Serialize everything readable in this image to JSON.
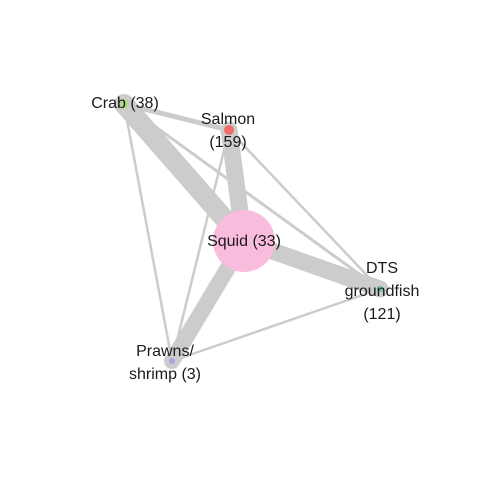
{
  "network": {
    "nodes": [
      {
        "id": "squid",
        "lines": [
          "Squid (33)"
        ],
        "color": "#f9bcdd"
      },
      {
        "id": "salmon",
        "lines": [
          "Salmon",
          "(159)"
        ],
        "color": "#f26c6c"
      },
      {
        "id": "crab",
        "lines": [
          "Crab (38)"
        ],
        "color": "#b3d88a"
      },
      {
        "id": "dts",
        "lines": [
          "DTS",
          "groundfish",
          "(121)"
        ],
        "color": "#6cc7b8"
      },
      {
        "id": "prawns",
        "lines": [
          "Prawns/",
          "shrimp (3)"
        ],
        "color": "#a8a8e0"
      }
    ],
    "edge_color": "#cccccc"
  }
}
